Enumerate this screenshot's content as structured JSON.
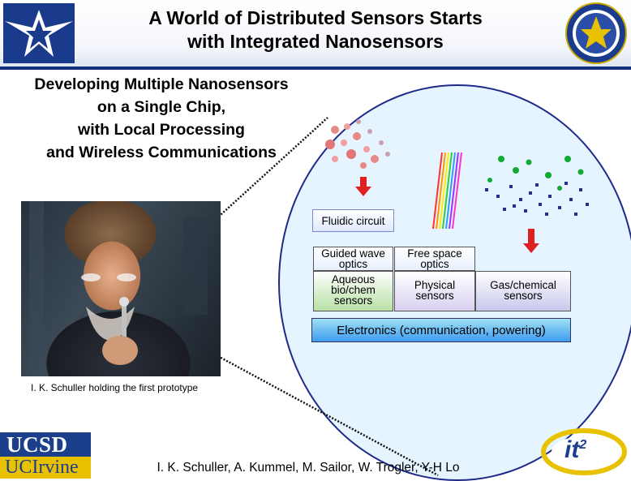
{
  "header": {
    "title_line1": "A World of Distributed Sensors Starts",
    "title_line2": "with Integrated Nanosensors",
    "left_logo": "air-force-wings-logo",
    "right_logo": "air-force-seal-logo"
  },
  "subtitle": {
    "line1": "Developing Multiple Nanosensors",
    "line2": "on a Single Chip,",
    "line3": "with Local Processing",
    "line4": "and Wireless Communications"
  },
  "diagram": {
    "fluidic": "Fluidic circuit",
    "guided_1": "Guided wave",
    "guided_2": "optics",
    "aqueous_1": "Aqueous",
    "aqueous_2": "bio/chem",
    "aqueous_3": "sensors",
    "freespace_1": "Free space",
    "freespace_2": "optics",
    "physical_1": "Physical",
    "physical_2": "sensors",
    "gas_1": "Gas/chemical",
    "gas_2": "sensors",
    "electronics": "Electronics (communication, powering)",
    "colors": {
      "circle_fill": "#e6f4ff",
      "arrow_red": "#e02020",
      "header_bar": "#13317a"
    }
  },
  "photo": {
    "caption": "I. K. Schuller holding the first prototype"
  },
  "logos": {
    "ucsd": "UCSD",
    "uci": "UCIrvine",
    "it2": "it",
    "it2_sup": "2"
  },
  "authors": "I. K. Schuller, A. Kummel, M. Sailor, W. Trogler, Y-H Lo"
}
